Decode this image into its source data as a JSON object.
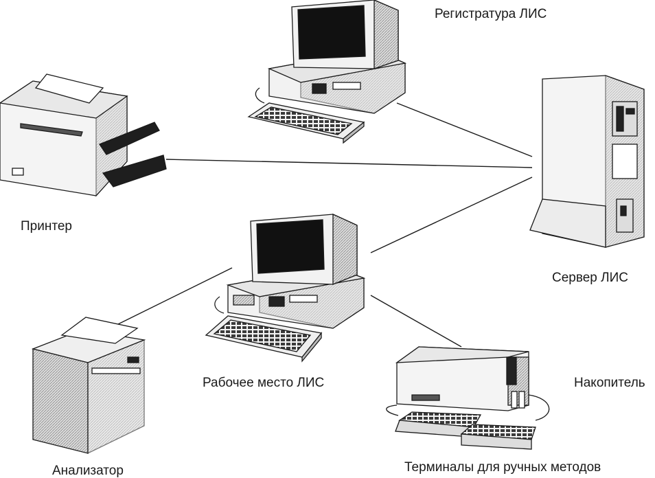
{
  "labels": {
    "registry": "Регистратура  ЛИС",
    "printer": "Принтер",
    "server": "Сервер ЛИС",
    "workstation": "Рабочее место ЛИС",
    "analyzer": "Анализатор",
    "storage": "Накопитель",
    "terminals": "Терминалы для ручных методов"
  },
  "devices": [
    {
      "id": "registry",
      "icon": "desktop-computer-icon"
    },
    {
      "id": "printer",
      "icon": "laser-printer-icon"
    },
    {
      "id": "server",
      "icon": "tower-server-icon"
    },
    {
      "id": "workstation",
      "icon": "desktop-computer-icon"
    },
    {
      "id": "analyzer",
      "icon": "lab-analyzer-icon"
    },
    {
      "id": "storage",
      "icon": "storage-drive-icon"
    },
    {
      "id": "terminals",
      "icon": "keypad-terminal-icon"
    }
  ],
  "connections": [
    {
      "from": "registry",
      "to": "server"
    },
    {
      "from": "printer",
      "to": "server"
    },
    {
      "from": "workstation",
      "to": "server"
    },
    {
      "from": "workstation",
      "to": "analyzer"
    },
    {
      "from": "workstation",
      "to": "storage"
    }
  ],
  "colors": {
    "line": "#1a1a1a",
    "device_body": "#f2f2f2",
    "screen": "#111111",
    "shade": "#9a9a9a"
  }
}
